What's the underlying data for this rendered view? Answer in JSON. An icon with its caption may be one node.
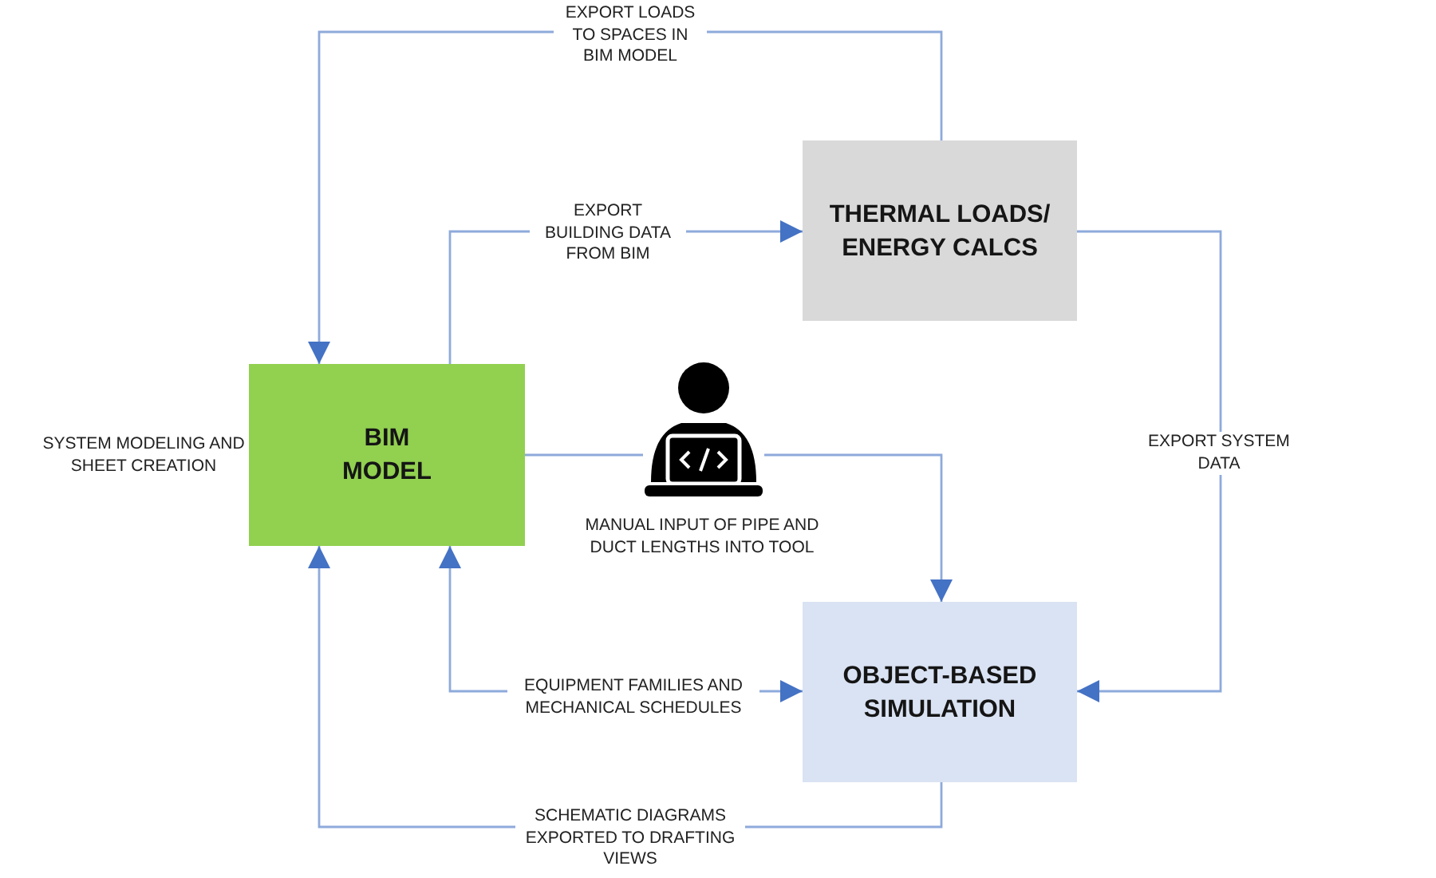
{
  "diagram": {
    "nodes": [
      {
        "text": [
          "BIM MODEL"
        ],
        "beside": [
          "SYSTEM MODELING AND SHEET CREATION"
        ]
      },
      {
        "text": [
          "THERMAL LOADS/ ENERGY CALCS"
        ]
      },
      {
        "text": [],
        "shape": "person",
        "beside": [
          "MANUAL INPUT OF PIPE AND DUCT LENGTHS INTO TOOL"
        ]
      },
      {
        "text": [
          "OBJECT-BASED SIMULATION"
        ]
      }
    ],
    "edges": [
      {
        "from": 1,
        "to": 0,
        "arrow": "to",
        "label": "EXPORT LOADS TO SPACES IN BIM MODEL"
      },
      {
        "from": 0,
        "to": 1,
        "arrow": "to",
        "label": "EXPORT BUILDING DATA FROM BIM"
      },
      {
        "from": 1,
        "to": 3,
        "arrow": "to",
        "label": "EXPORT SYSTEM DATA"
      },
      {
        "from": 0,
        "to": 2,
        "arrow": "none"
      },
      {
        "from": 2,
        "to": 3,
        "arrow": "to"
      },
      {
        "from": 0,
        "to": 3,
        "arrow": "both",
        "label": "EQUIPMENT FAMILIES AND MECHANICAL SCHEDULES"
      },
      {
        "from": 3,
        "to": 0,
        "arrow": "to",
        "label": "SCHEMATIC DIAGRAMS EXPORTED TO DRAFTING VIEWS"
      }
    ]
  }
}
